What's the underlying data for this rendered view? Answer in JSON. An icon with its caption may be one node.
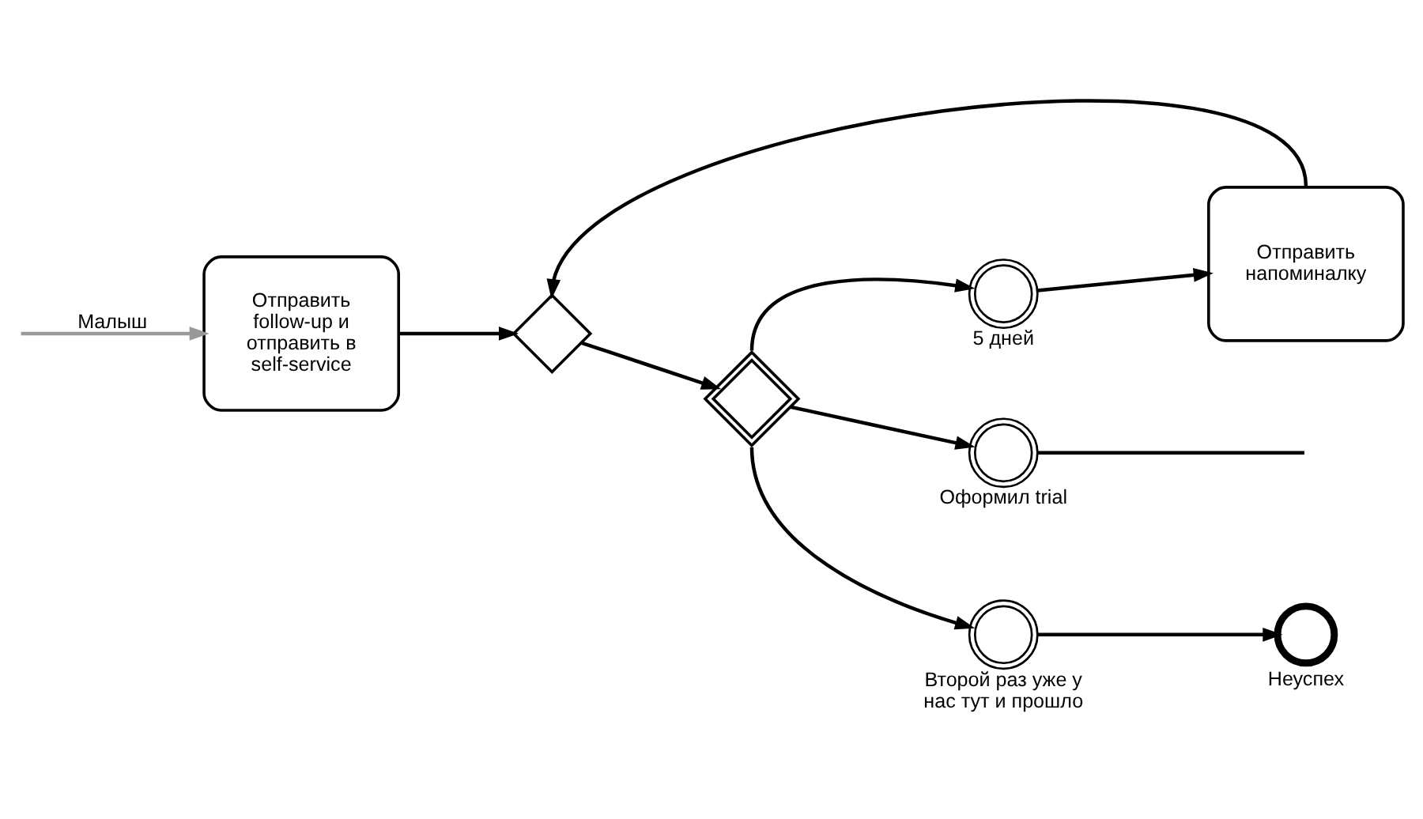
{
  "diagram": {
    "nodes": [
      {
        "text": [
          "Отправить follow-up и отправить в self-service"
        ]
      },
      {
        "text": [],
        "shape": "diamond"
      },
      {
        "text": [],
        "shape": "diamond"
      },
      {
        "text": [],
        "shape": "circle",
        "beside": [
          "5 дней"
        ]
      },
      {
        "text": [],
        "shape": "circle",
        "beside": [
          "Оформил trial"
        ]
      },
      {
        "text": [],
        "shape": "circle",
        "beside": [
          "Второй раз уже у нас тут и прошло"
        ]
      },
      {
        "text": [
          "Отправить напоминалку"
        ]
      },
      {
        "text": [],
        "shape": "circle",
        "beside": [
          "Неуспех"
        ]
      }
    ],
    "edges": [
      {
        "from": null,
        "to": 0,
        "arrow": "to",
        "label": "Малыш",
        "color": "#999999"
      },
      {
        "from": 0,
        "to": 1,
        "arrow": "to"
      },
      {
        "from": 6,
        "to": 1,
        "arrow": "to"
      },
      {
        "from": 1,
        "to": 2,
        "arrow": "to"
      },
      {
        "from": 2,
        "to": 3,
        "arrow": "to"
      },
      {
        "from": 2,
        "to": 4,
        "arrow": "to"
      },
      {
        "from": 2,
        "to": 5,
        "arrow": "to"
      },
      {
        "from": 3,
        "to": 6,
        "arrow": "to"
      },
      {
        "from": 4,
        "to": null,
        "arrow": "none"
      },
      {
        "from": 5,
        "to": 7,
        "arrow": "to"
      }
    ]
  }
}
